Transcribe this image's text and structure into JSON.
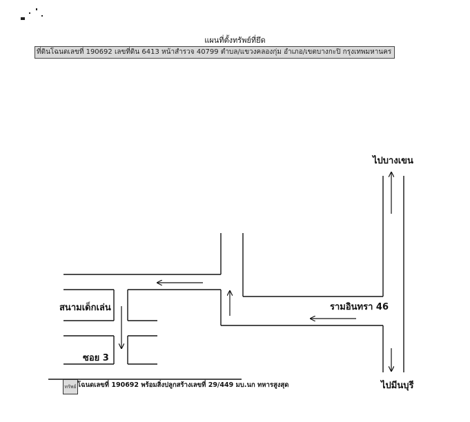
{
  "map": {
    "title": "แผนที่ตั้งทรัพย์ที่ยึด",
    "subtitle": "ที่ดินโฉนดเลขที่ 190692 เลขที่ดิน 6413 หน้าสำรวจ 40799 ตำบล/แขวงคลองกุ่ม อำเภอ/เขตบางกะปิ กรุงเทพมหานคร",
    "labels": {
      "north_destination": "ไปบางเขน",
      "south_destination": "ไปมีนบุรี",
      "main_road": "รามอินทรา 46",
      "playground": "สนามเด็กเล่น",
      "soi": "ซอย 3"
    },
    "property_note": "โฉนดเลขที่ 190692 พร้อมสิ่งปลูกสร้างเลขที่ 29/449 มบ.นก ทหารสูงสุด",
    "marker_text": "ทรัพย์"
  }
}
